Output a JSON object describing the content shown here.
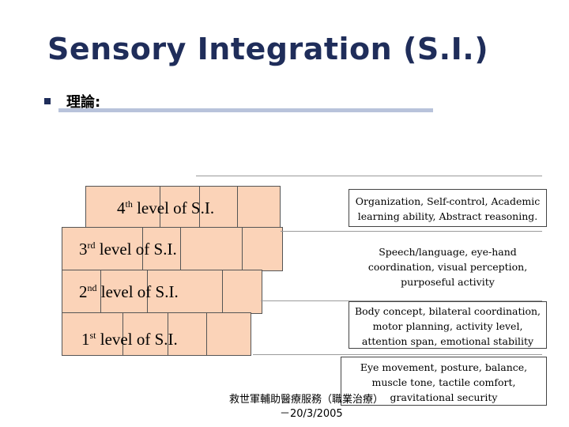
{
  "slide": {
    "title": "Sensory Integration (S.I.)",
    "bullet": "理論:"
  },
  "levels": [
    {
      "num": "4",
      "sup": "th",
      "text": " level of S.I."
    },
    {
      "num": "3",
      "sup": "rd",
      "text": " level of S.I."
    },
    {
      "num": "2",
      "sup": "nd",
      "text": " level of S.I."
    },
    {
      "num": "1",
      "sup": "st",
      "text": " level of S.I."
    }
  ],
  "descriptions": {
    "level4": [
      "Organization, Self-control, Academic",
      "learning ability, Abstract reasoning."
    ],
    "level3": [
      "Speech/language, eye-hand",
      "coordination, visual perception,",
      "purposeful activity"
    ],
    "level2": [
      "Body concept, bilateral coordination,",
      "motor planning, activity level,",
      "attention span, emotional stability"
    ],
    "level1": [
      "Eye movement, posture, balance,",
      "muscle tone, tactile comfort,",
      "gravitational security"
    ]
  },
  "footer": {
    "line1": "救世軍輔助醫療服務（職業治療）",
    "line2": "－20/3/2005"
  },
  "colors": {
    "title": "#1f2d5a",
    "brick": "#fbd3b8",
    "rule": "#b8c3db"
  }
}
